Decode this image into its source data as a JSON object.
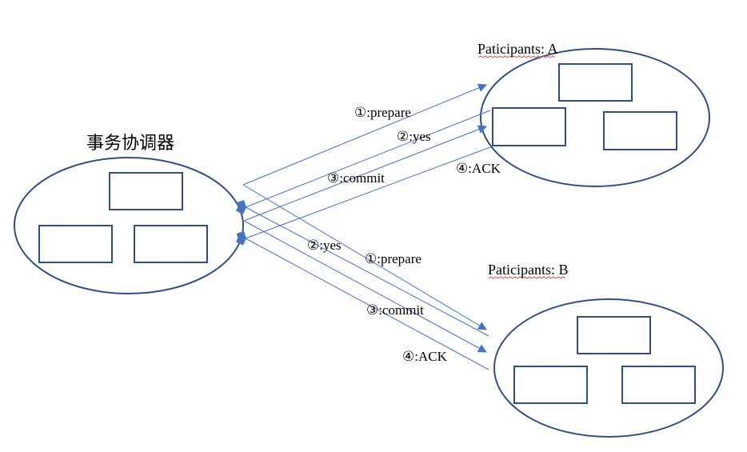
{
  "coordinator": {
    "title": "事务协调器"
  },
  "participant_a": {
    "title": "Paticipants: A"
  },
  "participant_b": {
    "title": "Paticipants: B"
  },
  "messages": {
    "a_prepare": "①:prepare",
    "a_yes": "②:yes",
    "a_commit": "③:commit",
    "a_ack": "④:ACK",
    "b_yes": "②:yes",
    "b_prepare": "①:prepare",
    "b_commit": "③:commit",
    "b_ack": "④:ACK"
  },
  "colors": {
    "node_stroke": "#2F4F87",
    "arrow": "#4472C4"
  }
}
